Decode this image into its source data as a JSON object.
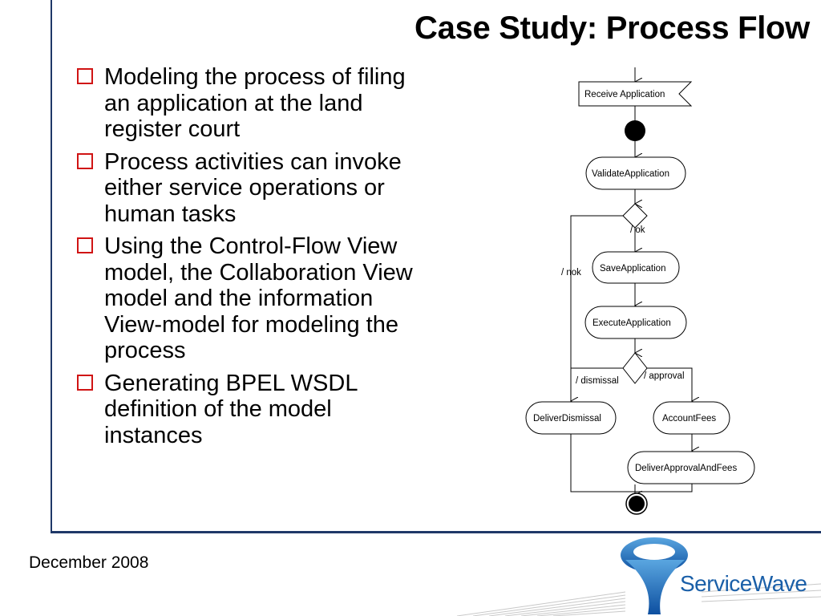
{
  "slide": {
    "title": "Case Study: Process Flow",
    "bullets": [
      "Modeling the process of filing an application at the land register court",
      "Process activities can invoke either service operations or human tasks",
      "Using the Control-Flow View model, the Collaboration View model and the information View-model for modeling the process",
      "Generating BPEL WSDL definition of the model instances"
    ],
    "footer": "December 2008"
  },
  "diagram": {
    "nodes": {
      "receive": "Receive Application",
      "validate": "ValidateApplication",
      "save": "SaveApplication",
      "execute": "ExecuteApplication",
      "dismissal": "DeliverDismissal",
      "fees": "AccountFees",
      "deliver": "DeliverApprovalAndFees"
    },
    "guards": {
      "ok": "/ ok",
      "nok": "/ nok",
      "dismissal": "/ dismissal",
      "approval": "/ approval"
    }
  },
  "logo": {
    "name": "ServiceWave",
    "brand_color": "#1a5fa8"
  },
  "colors": {
    "frame": "#1f3868",
    "bullet": "#d01414"
  }
}
